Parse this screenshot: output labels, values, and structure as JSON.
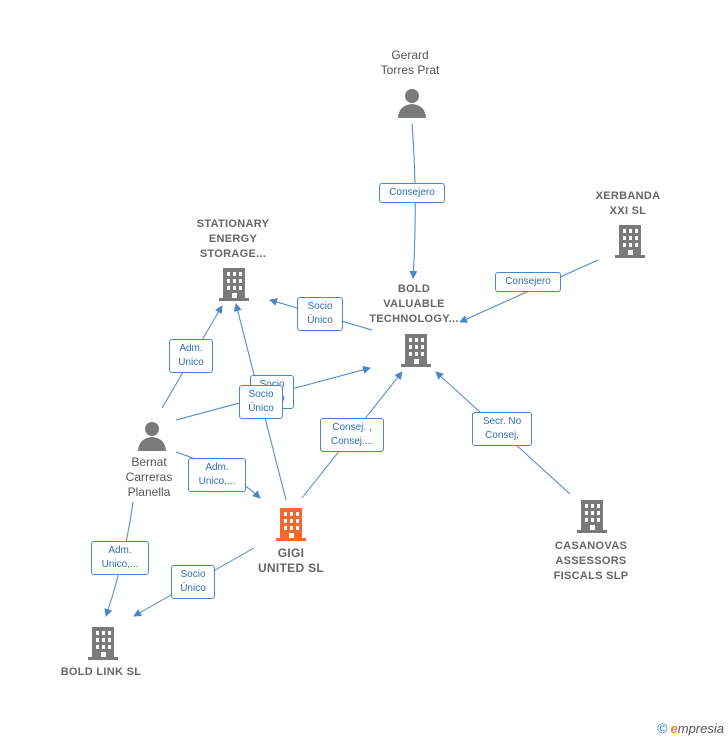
{
  "nodes": {
    "gerard": {
      "label": "Gerard\nTorres Prat"
    },
    "xerbanda": {
      "label": "XERBANDA\nXXI SL"
    },
    "stationary": {
      "label": "STATIONARY\nENERGY\nSTORAGE..."
    },
    "bold_valuable": {
      "label": "BOLD\nVALUABLE\nTECHNOLOGY..."
    },
    "bernat": {
      "label": "Bernat\nCarreras\nPlanella"
    },
    "gigi": {
      "label": "GIGI\nUNITED SL"
    },
    "casanovas": {
      "label": "CASANOVAS\nASSESSORS\nFISCALS SLP"
    },
    "bold_link": {
      "label": "BOLD LINK SL"
    }
  },
  "edges": {
    "gerard_bold": "Consejero",
    "xerbanda_bold": "Consejero",
    "bold_stationary": "Socio\nÚnico",
    "bernat_stationary": "Adm.\nUnico",
    "gigi_stationary_a": "Socio\nÚnico",
    "gigi_stationary_b": "Socio\nÚnico",
    "bernat_gigi": "Adm.\nUnico,...",
    "gigi_bold": "Consej. ,\nConsej....",
    "casanovas_bold": "Secr. No\nConsej.",
    "bernat_boldlink": "Adm.\nUnico,...",
    "gigi_boldlink": "Socio\nÚnico"
  },
  "colors": {
    "edge": "#4a86c8",
    "node": "#7a7a7a",
    "highlight": "#f26a2e"
  },
  "footer": {
    "copyright": "©",
    "brand_first": "e",
    "brand_rest": "mpresia"
  }
}
